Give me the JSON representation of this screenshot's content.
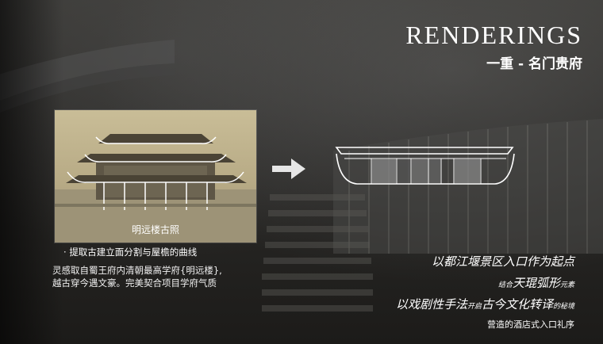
{
  "header": {
    "title_en": "RENDERINGS",
    "title_cn": "一重 - 名门贵府"
  },
  "photo": {
    "caption": "明远楼古照"
  },
  "left_text": {
    "bullet": "提取古建立面分割与屋檐的曲线",
    "desc_line1": "灵感取自蜀王府内清朝最高学府{明远楼},",
    "desc_line2": "越古穿今遇文豪。完美契合项目学府气质"
  },
  "right_text": {
    "line1": "以都江堰景区入口作为起点",
    "line2_small": "结合",
    "line2_large": "天琨弧形",
    "line2_small_end": "元素",
    "line3_a": "以戏剧性手法",
    "line3_small": "开启",
    "line3_b": "古今文化转译",
    "line3_small_end": "的秘境",
    "line4": "营造的酒店式入口礼序"
  },
  "colors": {
    "accent": "#ffffff",
    "photo_tone": "#c9bd97",
    "background": "#2b2a28"
  },
  "icons": {
    "arrow": "arrow-right-icon",
    "bullet": "dot-bullet"
  }
}
